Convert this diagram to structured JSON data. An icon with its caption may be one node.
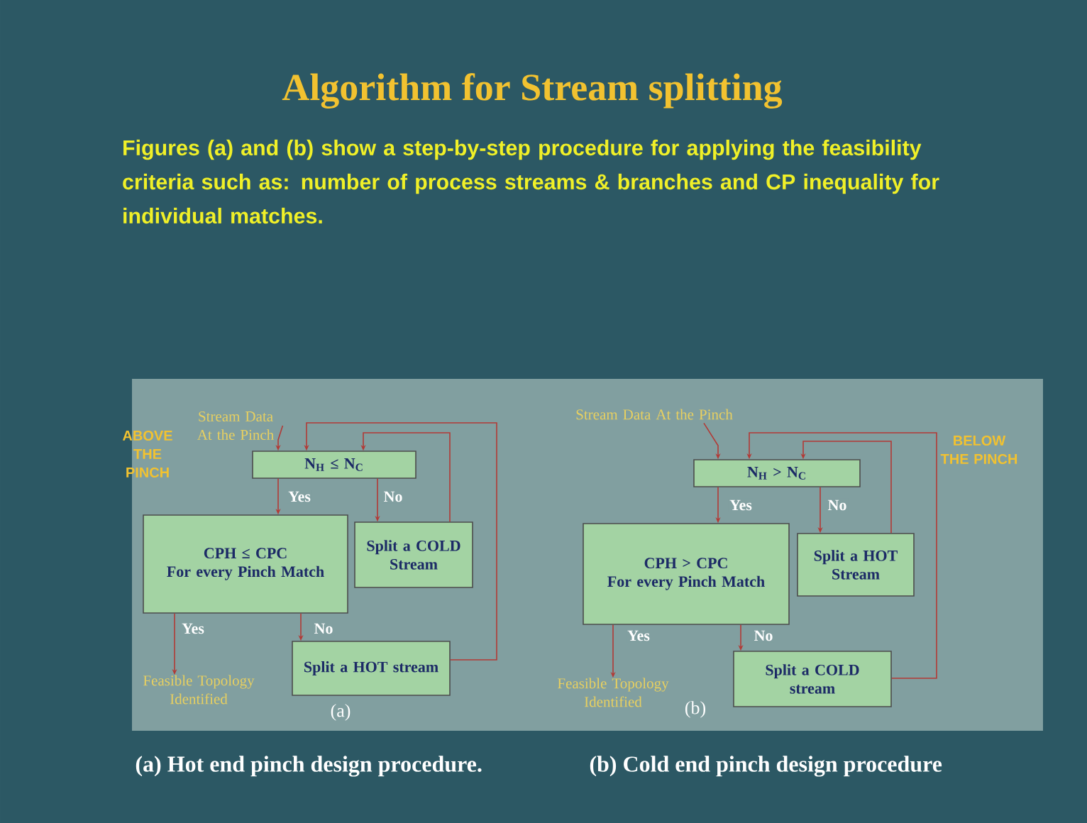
{
  "diagram": {
    "title": "Algorithm for Stream splitting",
    "nodes": [
      {
        "text": [
          "Stream Data At the Pinch"
        ]
      },
      {
        "text": [
          "N$_{H}$ ≤ N$_{C}$"
        ]
      },
      {
        "text": [
          "CPH ≤ CPC",
          "For every Pinch Match"
        ]
      },
      {
        "text": [
          "Split a COLD Stream"
        ]
      },
      {
        "text": [
          "Split a HOT stream"
        ]
      },
      {
        "text": [
          "Feasible Topology Identified"
        ]
      },
      {
        "text": [
          "Stream Data At the Pinch"
        ]
      },
      {
        "text": [
          "N$_{H}$ > N$_{C}$"
        ]
      },
      {
        "text": [
          "CPH > CPC",
          "For every Pinch Match"
        ]
      },
      {
        "text": [
          "Split a HOT Stream"
        ]
      },
      {
        "text": [
          "Split a COLD stream"
        ]
      },
      {
        "text": [
          "Feasible Topology Identified"
        ]
      }
    ],
    "edges": [
      {
        "from": 0,
        "to": 1,
        "arrow": "to"
      },
      {
        "from": 1,
        "to": 2,
        "arrow": "to",
        "label": "Yes"
      },
      {
        "from": 1,
        "to": 3,
        "arrow": "to",
        "label": "No"
      },
      {
        "from": 3,
        "to": 1,
        "arrow": "to"
      },
      {
        "from": 2,
        "to": 5,
        "arrow": "to",
        "label": "Yes"
      },
      {
        "from": 2,
        "to": 4,
        "arrow": "to",
        "label": "No"
      },
      {
        "from": 4,
        "to": 1,
        "arrow": "to"
      },
      {
        "from": 6,
        "to": 7,
        "arrow": "to"
      },
      {
        "from": 7,
        "to": 8,
        "arrow": "to",
        "label": "Yes"
      },
      {
        "from": 7,
        "to": 9,
        "arrow": "to",
        "label": "No"
      },
      {
        "from": 9,
        "to": 7,
        "arrow": "to"
      },
      {
        "from": 8,
        "to": 11,
        "arrow": "to",
        "label": "Yes"
      },
      {
        "from": 8,
        "to": 10,
        "arrow": "to",
        "label": "No"
      },
      {
        "from": 10,
        "to": 7,
        "arrow": "to"
      }
    ],
    "labels": [
      "Figures (a) and (b) show a step-by-step procedure for applying the feasibility criteria such as: number of process streams & branches and CP inequality for individual matches.",
      "ABOVE THE PINCH",
      "(a)",
      "BELOW THE PINCH",
      "(b)",
      "(a) Hot end pinch design procedure.",
      "(b) Cold end pinch design procedure"
    ]
  }
}
